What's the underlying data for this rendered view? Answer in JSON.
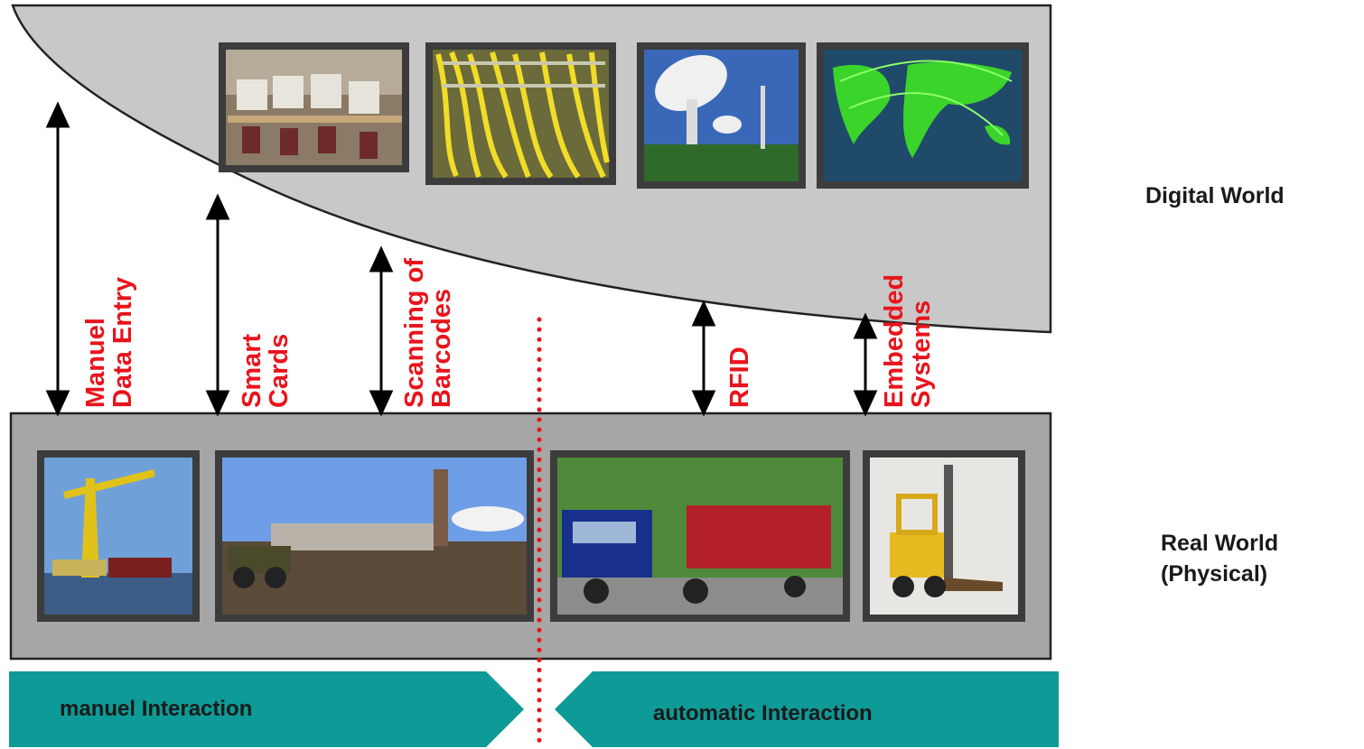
{
  "labels": {
    "digital_world": "Digital World",
    "real_world_line1": "Real World",
    "real_world_line2": "(Physical)"
  },
  "methods": [
    {
      "line1": "Manuel",
      "line2": "Data Entry"
    },
    {
      "line1": "Smart",
      "line2": "Cards"
    },
    {
      "line1": "Scanning of",
      "line2": "Barcodes"
    },
    {
      "line1": "RFID",
      "line2": ""
    },
    {
      "line1": "Embedded",
      "line2": "Systems"
    }
  ],
  "interaction": {
    "manual": "manuel Interaction",
    "automatic": "automatic Interaction"
  },
  "colors": {
    "panel_gray": "#c8c8c8",
    "real_panel_gray": "#a6a6a6",
    "label_red": "#e8141c",
    "band_teal": "#0e9a97",
    "photo_frame": "#3c3c3c"
  }
}
